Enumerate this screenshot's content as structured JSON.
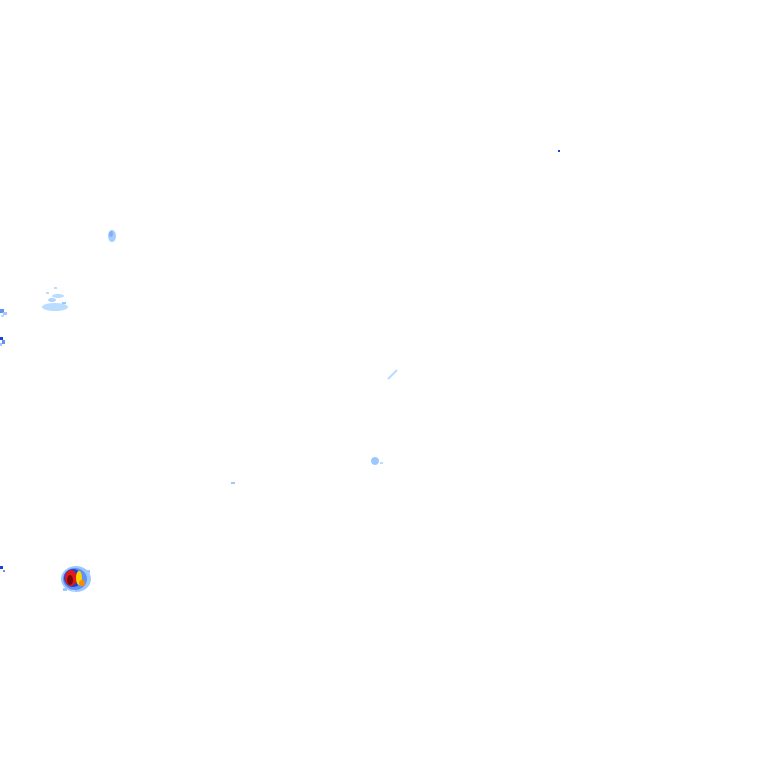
{
  "map": {
    "kind": "weather-radar-reflectivity-overlay",
    "background_color": "#ffffff",
    "legend_shown": false,
    "labels_shown": false
  },
  "intensity_colors": {
    "very_light": "#b9dcff",
    "light": "#9cc8ff",
    "moderate": "#5f92f2",
    "strong": "#1f3fd8",
    "heavy": "#ffd400",
    "very_heavy": "#ff8a00",
    "extreme": "#e01a1a",
    "core": "#7a0a0a"
  },
  "echoes": [
    {
      "name": "echo-north-east-speck",
      "intensity": "strong"
    },
    {
      "name": "echo-west-small-cell",
      "intensity": "light"
    },
    {
      "name": "echo-west-scattered-patch",
      "intensity": "very_light"
    },
    {
      "name": "echo-west-edge-upper",
      "intensity": "moderate"
    },
    {
      "name": "echo-west-edge-lower",
      "intensity": "strong"
    },
    {
      "name": "echo-central-streak",
      "intensity": "very_light"
    },
    {
      "name": "echo-central-small-cell",
      "intensity": "light"
    },
    {
      "name": "echo-central-speck",
      "intensity": "light"
    },
    {
      "name": "echo-south-west-edge-speck",
      "intensity": "strong"
    },
    {
      "name": "echo-south-west-storm-cell",
      "intensity": "extreme"
    }
  ]
}
